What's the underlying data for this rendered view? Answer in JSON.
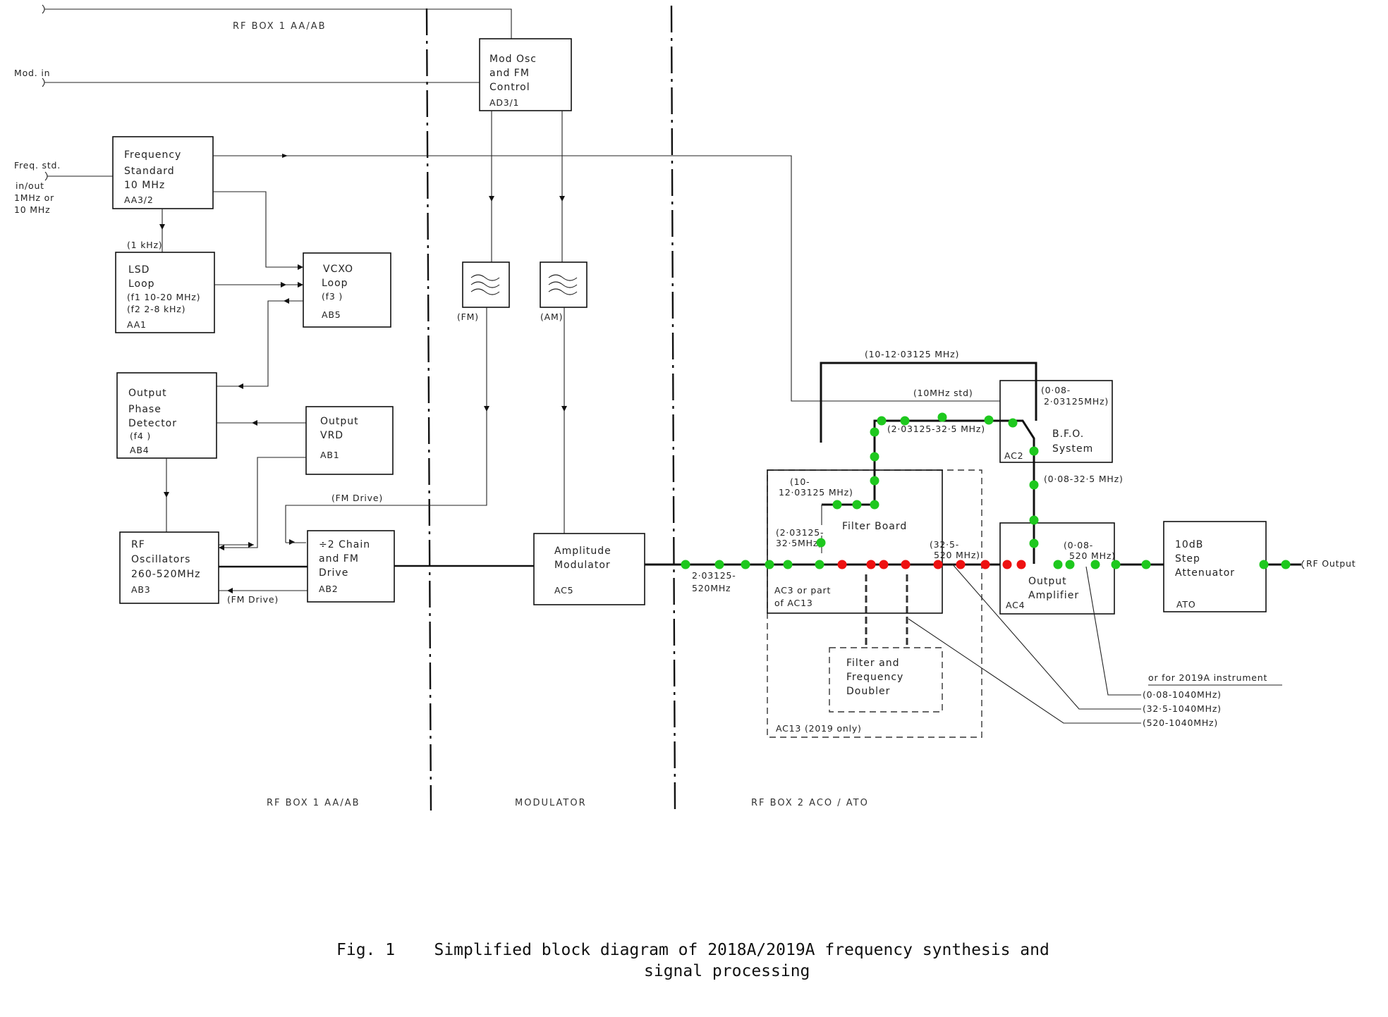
{
  "section_labels": {
    "rf_box1_top": "RF BOX 1  AA/AB",
    "rf_box1_bottom": "RF  BOX 1  AA/AB",
    "modulator": "MODULATOR",
    "rf_box2": "RF  BOX 2  ACO / ATO"
  },
  "inputs": {
    "mod_in": "Mod. in",
    "freq_std_1": "Freq. std.",
    "freq_std_2": "in/out",
    "freq_std_3": "1MHz  or",
    "freq_std_4": "10 MHz"
  },
  "blocks": {
    "mod_osc": [
      "Mod  Osc",
      "and  FM",
      "Control",
      "AD3/1"
    ],
    "freq_standard": [
      "Frequency",
      "Standard",
      "10 MHz",
      "AA3/2"
    ],
    "lsd_loop": [
      "LSD",
      "Loop",
      "(f1 10-20 MHz)",
      "(f2  2-8 kHz)",
      "AA1"
    ],
    "vcxo_loop": [
      "VCXO",
      "Loop",
      "(f3 )",
      "AB5"
    ],
    "output_phase_detector": [
      "Output",
      "Phase",
      "Detector",
      "(f4 )",
      "AB4"
    ],
    "output_vrd": [
      "Output",
      "VRD",
      "AB1"
    ],
    "rf_oscillators": [
      "RF",
      "Oscillators",
      "260-520MHz",
      "AB3"
    ],
    "div2_chain": [
      "÷2  Chain",
      "and  FM",
      "Drive",
      "AB2"
    ],
    "amplitude_modulator": [
      "Amplitude",
      "Modulator",
      "AC5"
    ],
    "filter_board": [
      "Filter  Board"
    ],
    "ac3": [
      "AC3 or part",
      "of AC13"
    ],
    "bfo_system": [
      "B.F.O.",
      "System",
      "AC2"
    ],
    "output_amplifier": [
      "Output",
      "Amplifier",
      "AC4"
    ],
    "step_attenuator": [
      "10dB",
      "Step",
      "Attenuator",
      "ATO"
    ],
    "filter_doubler": [
      "Filter  and",
      "Frequency",
      "Doubler"
    ],
    "ac13": [
      "AC13  (2019 only)"
    ]
  },
  "signal_labels": {
    "khz1": "(1 kHz)",
    "fm_filter": "(FM)",
    "am_filter": "(AM)",
    "fm_drive_top": "(FM Drive)",
    "fm_drive_bottom": "(FM Drive)",
    "band_main_1": "2·03125-",
    "band_main_2": "520MHz",
    "f_10_12_top": "(10-12·03125 MHz)",
    "f_10_std": "(10MHz std)",
    "f_bfo_1": "(0·08-",
    "f_bfo_2": "2·03125MHz)",
    "f_2_32": "(2·03125-32·5 MHz)",
    "f_008_325": "(0·08-32·5 MHz)",
    "f_10_12_a": "(10-",
    "f_10_12_b": "12·03125 MHz)",
    "f_2_32_a": "(2·03125-",
    "f_2_32_b": "32·5MHz)",
    "f_32_520_a": "(32·5-",
    "f_32_520_b": "520 MHz)",
    "f_008_520_a": "(0·08-",
    "f_008_520_b": "520 MHz)",
    "rf_output": "RF Output"
  },
  "legend_2019a": {
    "title": "or for 2019A instrument",
    "items": [
      "(0·08-1040MHz)",
      "(32·5-1040MHz)",
      "(520-1040MHz)"
    ]
  },
  "caption": {
    "line1": "Fig. 1    Simplified block diagram of 2018A/2019A frequency synthesis and",
    "line2": "signal processing"
  },
  "colors": {
    "green_marker": "#1ec81e",
    "red_marker": "#ee1111"
  }
}
